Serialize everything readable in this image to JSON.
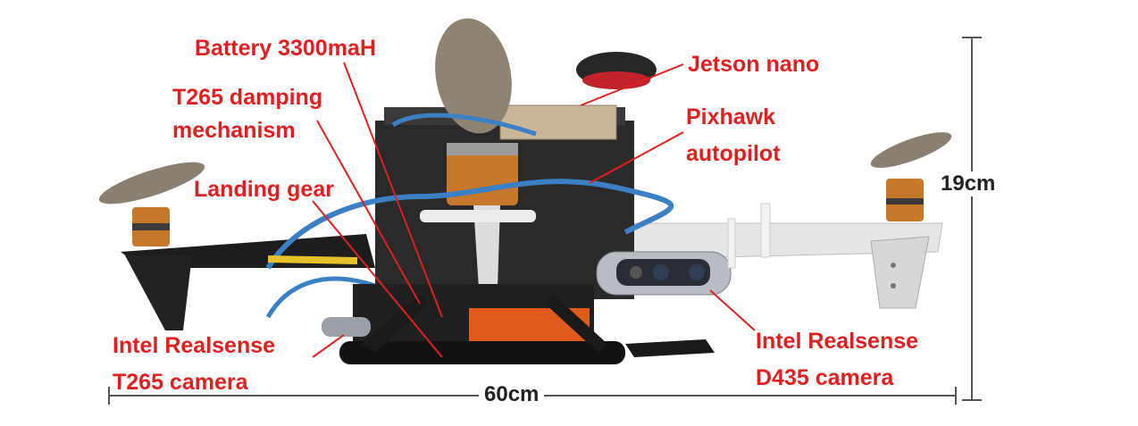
{
  "labels": {
    "battery": "Battery 3300maH",
    "jetson": "Jetson nano",
    "t265_damping_1": "T265 damping",
    "t265_damping_2": "mechanism",
    "pixhawk_1": "Pixhawk",
    "pixhawk_2": "autopilot",
    "landing_gear": "Landing gear",
    "t265_camera_1": "Intel Realsense",
    "t265_camera_2": "T265 camera",
    "d435_camera_1": "Intel Realsense",
    "d435_camera_2": "D435 camera"
  },
  "dimensions": {
    "height": "19cm",
    "width": "60cm"
  },
  "colors": {
    "label": "#e02020",
    "dimension": "#222222",
    "frame": "#1a1a1a",
    "motor": "#c8782a",
    "propeller": "#8a7f70",
    "cable_blue": "#3b7fc4",
    "arm_white": "#e8e8e8",
    "camera_grey": "#b9bcc2",
    "battery_orange": "#e05a1a"
  }
}
